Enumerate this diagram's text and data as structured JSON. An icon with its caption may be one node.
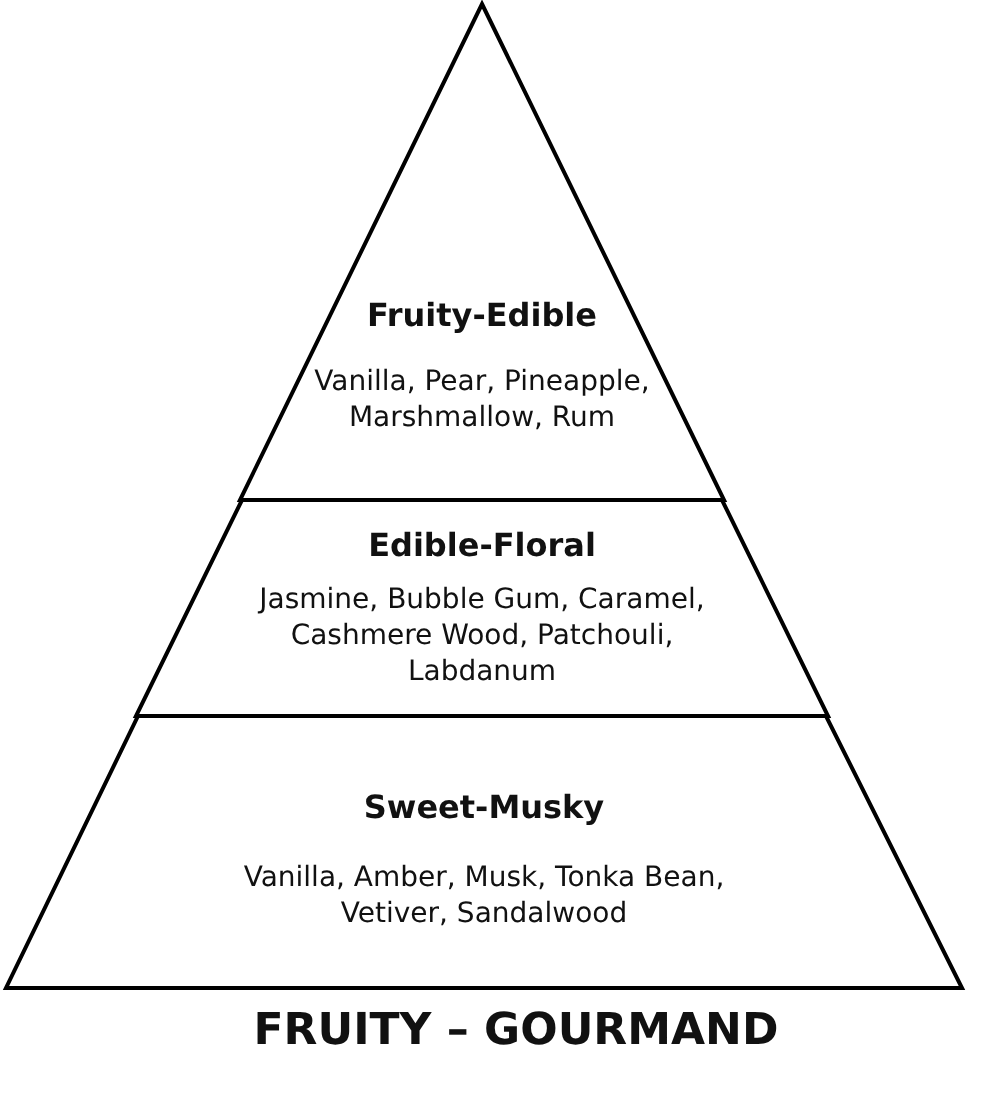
{
  "diagram": {
    "caption": "FRUITY – GOURMAND",
    "nodes": [
      {
        "text": [
          "Fruity-Edible",
          "Vanilla, Pear, Pineapple, Marshmallow, Rum"
        ]
      },
      {
        "text": [
          "Edible-Floral",
          "Jasmine, Bubble Gum, Caramel, Cashmere Wood, Patchouli, Labdanum"
        ]
      },
      {
        "text": [
          "Sweet-Musky",
          "Vanilla, Amber, Musk, Tonka Bean, Vetiver, Sandalwood"
        ]
      }
    ]
  }
}
